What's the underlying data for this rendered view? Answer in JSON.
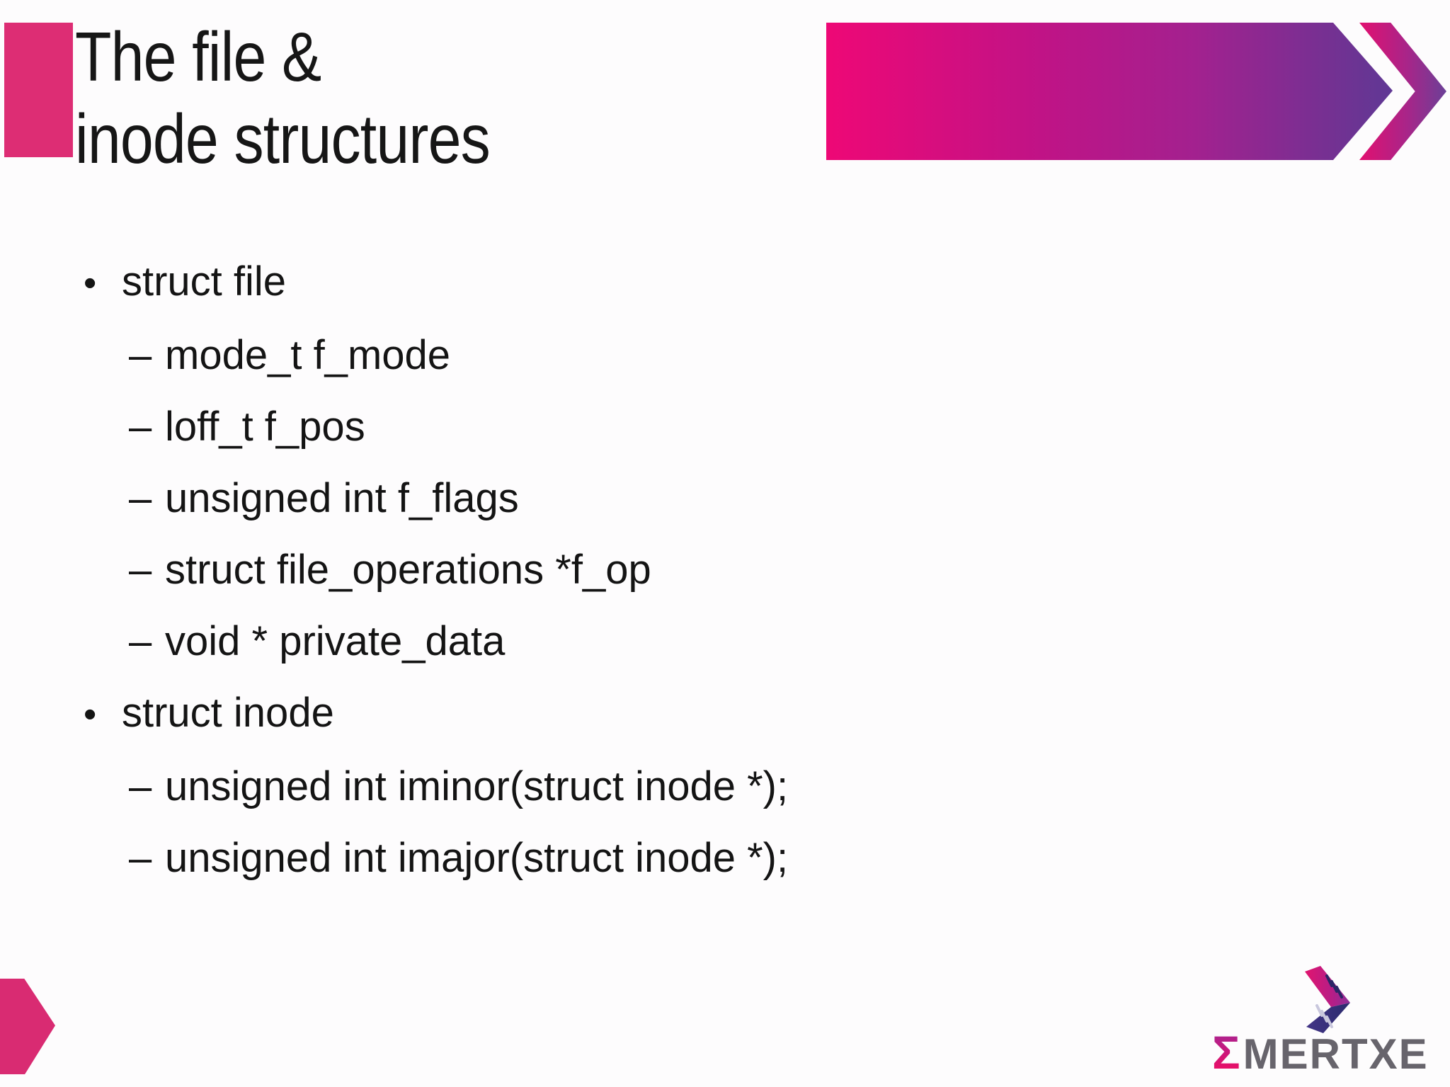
{
  "slide": {
    "title_line1": "The file &",
    "title_line2": "inode structures",
    "marker_level1": "•",
    "marker_level2": "–",
    "bullets": [
      {
        "level": 1,
        "text": "struct file"
      },
      {
        "level": 2,
        "text": "mode_t f_mode"
      },
      {
        "level": 2,
        "text": "loff_t f_pos"
      },
      {
        "level": 2,
        "text": "unsigned int f_flags"
      },
      {
        "level": 2,
        "text": "struct file_operations *f_op"
      },
      {
        "level": 2,
        "text": "void * private_data"
      },
      {
        "level": 1,
        "text": "struct inode"
      },
      {
        "level": 2,
        "text": "unsigned int iminor(struct inode *);"
      },
      {
        "level": 2,
        "text": "unsigned int imajor(struct inode *);"
      }
    ]
  },
  "logo": {
    "sigma": "Σ",
    "name": "MERTXE"
  },
  "colors": {
    "background": "#fdfcfd",
    "text": "#141414",
    "accent_pink": "#ee0876",
    "accent_magenta": "#a3218f",
    "accent_purple": "#5f3894",
    "title_square_pink": "#dd2d74",
    "corner_arrow_pink": "#d92b72",
    "logo_gray": "#67646c",
    "logo_indigo": "#3a2f80"
  }
}
